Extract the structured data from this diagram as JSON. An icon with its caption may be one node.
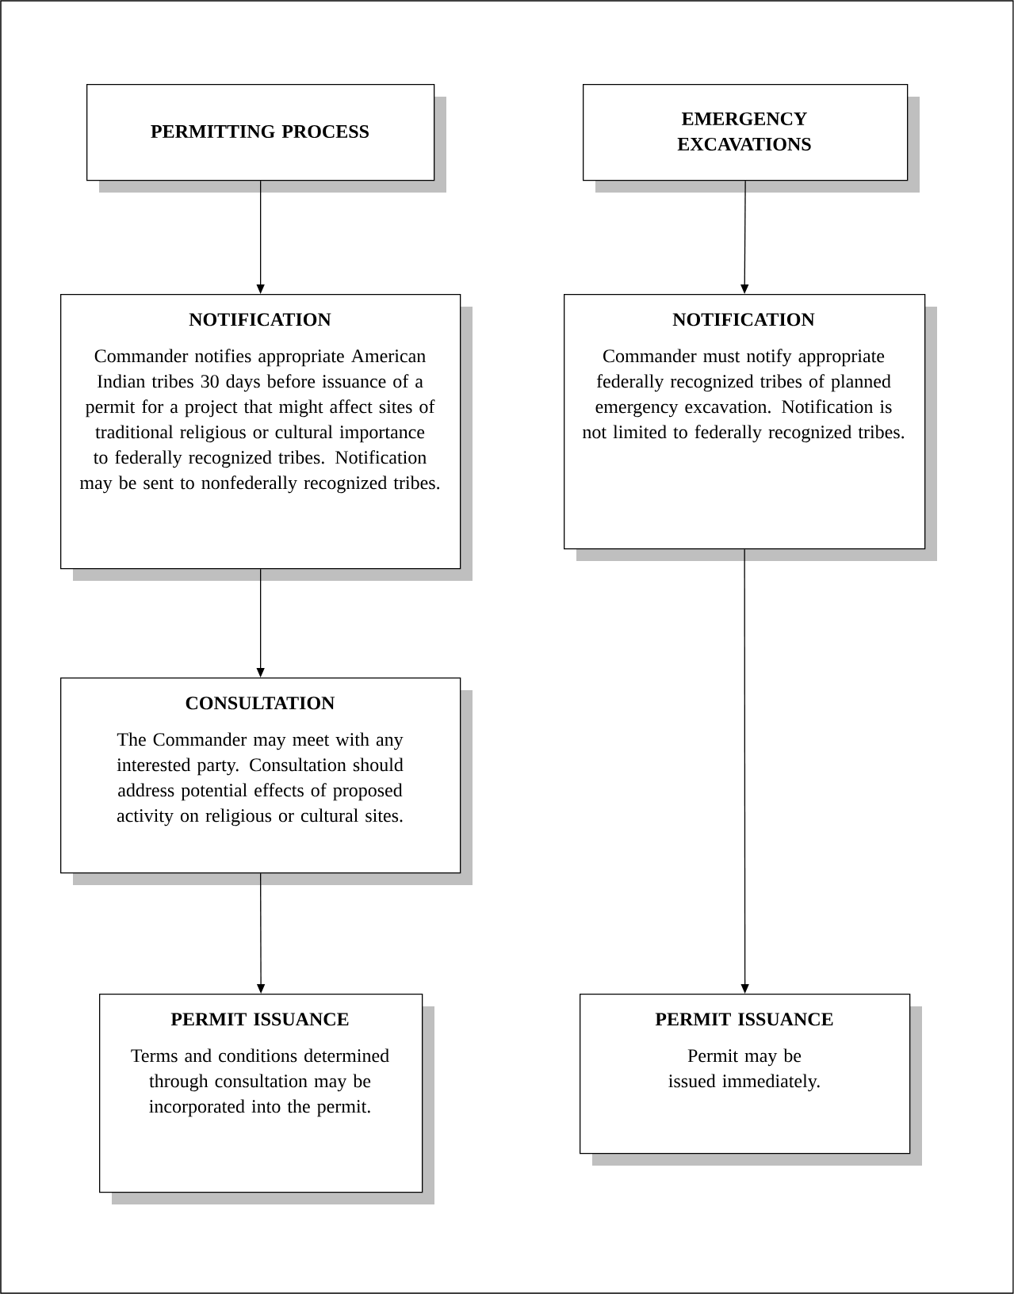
{
  "diagram": {
    "nodes": [
      {
        "text": [
          "PERMITTING PROCESS"
        ]
      },
      {
        "text": [
          "EMERGENCY EXCAVATIONS"
        ]
      },
      {
        "text": [
          "NOTIFICATION",
          "Commander notifies appropriate American Indian tribes 30 days before issuance of a permit for a project that might affect sites of traditional religious or cultural importance to federally recognized tribes. Notification may be sent to nonfederally recognized tribes."
        ]
      },
      {
        "text": [
          "NOTIFICATION",
          "Commander must notify appropriate federally recognized tribes of planned emergency excavation. Notification is not limited to federally recognized tribes."
        ]
      },
      {
        "text": [
          "CONSULTATION",
          "The Commander may meet with any interested party. Consultation should address potential effects of proposed activity on religious or cultural sites."
        ]
      },
      {
        "text": [
          "PERMIT ISSUANCE",
          "Terms and conditions determined through consultation may be incorporated into the permit."
        ]
      },
      {
        "text": [
          "PERMIT ISSUANCE",
          "Permit may be issued immediately."
        ]
      }
    ],
    "edges": [
      {
        "from": 0,
        "to": 2,
        "arrow": "to"
      },
      {
        "from": 2,
        "to": 4,
        "arrow": "to"
      },
      {
        "from": 4,
        "to": 5,
        "arrow": "to"
      },
      {
        "from": 1,
        "to": 3,
        "arrow": "to"
      },
      {
        "from": 3,
        "to": 6,
        "arrow": "to"
      }
    ]
  }
}
